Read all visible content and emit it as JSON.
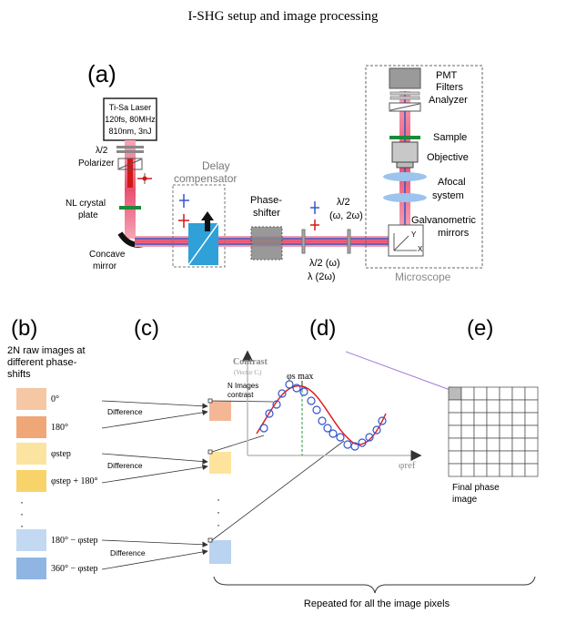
{
  "title": "I-SHG setup and image processing",
  "setup": {
    "panel_label": "(a)",
    "laser": [
      "Ti-Sa Laser",
      "120fs, 80MHz",
      "810nm, 3nJ"
    ],
    "half_wave": "λ/2",
    "polarizer": "Polarizer",
    "delay": [
      "Delay",
      "compensator"
    ],
    "nl_crystal": [
      "NL crystal",
      "plate"
    ],
    "concave": [
      "Concave",
      "mirror"
    ],
    "phase_shifter": [
      "Phase-",
      "shifter"
    ],
    "half_wave_bottom": [
      "λ/2 (ω)",
      "λ (2ω)"
    ],
    "half_wave_top": [
      "λ/2",
      "(ω, 2ω)"
    ],
    "pmt": "PMT",
    "filters": "Filters",
    "analyzer": "Analyzer",
    "sample": "Sample",
    "objective": "Objective",
    "afocal": [
      "Afocal",
      "system"
    ],
    "galvo": [
      "Galvanometric",
      "mirrors"
    ],
    "microscope": "Microscope",
    "axis_y": "Y",
    "axis_x": "X"
  },
  "panel_b": {
    "label": "(b)",
    "caption": [
      "2N raw images at",
      "different phase-",
      "shifts"
    ],
    "swatches": [
      {
        "label": "0°",
        "color": "#f6c7a4"
      },
      {
        "label": "180°",
        "color": "#f0a778"
      },
      {
        "label": "φstep",
        "color": "#fbe3a0"
      },
      {
        "label": "φstep + 180°",
        "color": "#f8d36a"
      },
      {
        "label": "180° − φstep",
        "color": "#c3d9f2"
      },
      {
        "label": "360° − φstep",
        "color": "#8fb6e3"
      }
    ],
    "difference": "Difference",
    "dots": "·"
  },
  "panel_c": {
    "label": "(c)",
    "colors": [
      "#f4b796",
      "#fde39b",
      "#b9d3f0"
    ]
  },
  "panel_d": {
    "label": "(d)",
    "ylabel": "Contrast",
    "ylabel_sub": "(Vector Cᵢ)",
    "n_images": [
      "N Images",
      "contrast"
    ],
    "peak": "φs max",
    "xlabel": "φref",
    "line_color": "#e02020",
    "marker_color": "#3355cc"
  },
  "panel_e": {
    "label": "(e)",
    "caption": [
      "Final phase",
      "image"
    ],
    "rows": 7,
    "cols": 7
  },
  "footer": "Repeated for all the image pixels"
}
